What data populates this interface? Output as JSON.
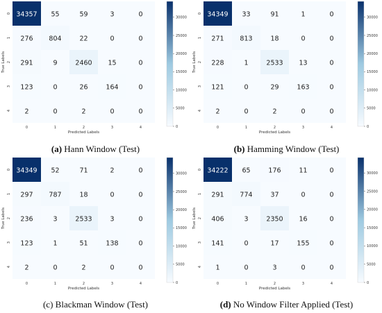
{
  "colors": {
    "cmap_low": "#f7fbff",
    "cmap_mid": "#9ecae1",
    "cmap_high": "#08306b",
    "text_dark": "#222222",
    "text_light": "#ffffff"
  },
  "chart_data": [
    {
      "type": "heatmap",
      "caption_letter": "(a)",
      "caption_text": "Hann Window (Test)",
      "xlabel": "Predicted Labels",
      "ylabel": "True Labels",
      "x_ticks": [
        "0",
        "1",
        "2",
        "3",
        "4"
      ],
      "y_ticks": [
        "0",
        "1",
        "2",
        "3",
        "4"
      ],
      "matrix": [
        [
          34357,
          55,
          59,
          3,
          0
        ],
        [
          276,
          804,
          22,
          0,
          0
        ],
        [
          291,
          9,
          2460,
          15,
          0
        ],
        [
          123,
          0,
          26,
          164,
          0
        ],
        [
          2,
          0,
          2,
          0,
          0
        ]
      ],
      "colorbar": {
        "max": 34357,
        "ticks": [
          0,
          5000,
          10000,
          15000,
          20000,
          25000,
          30000
        ],
        "tick_labels": [
          "0",
          "5000",
          "10000",
          "15000",
          "20000",
          "25000",
          "30000"
        ]
      }
    },
    {
      "type": "heatmap",
      "caption_letter": "(b)",
      "caption_text": "Hamming Window (Test)",
      "xlabel": "Predicted Labels",
      "ylabel": "True Labels",
      "x_ticks": [
        "0",
        "1",
        "2",
        "3",
        "4"
      ],
      "y_ticks": [
        "0",
        "1",
        "2",
        "3",
        "4"
      ],
      "matrix": [
        [
          34349,
          33,
          91,
          1,
          0
        ],
        [
          271,
          813,
          18,
          0,
          0
        ],
        [
          228,
          1,
          2533,
          13,
          0
        ],
        [
          121,
          0,
          29,
          163,
          0
        ],
        [
          2,
          0,
          2,
          0,
          0
        ]
      ],
      "colorbar": {
        "max": 34349,
        "ticks": [
          0,
          5000,
          10000,
          15000,
          20000,
          25000,
          30000
        ],
        "tick_labels": [
          "0",
          "5000",
          "10000",
          "15000",
          "20000",
          "25000",
          "30000"
        ]
      }
    },
    {
      "type": "heatmap",
      "caption_letter": "(c)",
      "caption_text": "Blackman Window (Test)",
      "xlabel": "Predicted Labels",
      "ylabel": "True Labels",
      "x_ticks": [
        "0",
        "1",
        "2",
        "3",
        "4"
      ],
      "y_ticks": [
        "0",
        "1",
        "2",
        "3",
        "4"
      ],
      "matrix": [
        [
          34349,
          52,
          71,
          2,
          0
        ],
        [
          297,
          787,
          18,
          0,
          0
        ],
        [
          236,
          3,
          2533,
          3,
          0
        ],
        [
          123,
          1,
          51,
          138,
          0
        ],
        [
          2,
          0,
          2,
          0,
          0
        ]
      ],
      "colorbar": {
        "max": 34349,
        "ticks": [
          0,
          5000,
          10000,
          15000,
          20000,
          25000,
          30000
        ],
        "tick_labels": [
          "0",
          "5000",
          "10000",
          "15000",
          "20000",
          "25000",
          "30000"
        ]
      }
    },
    {
      "type": "heatmap",
      "caption_letter": "(d)",
      "caption_text": "No Window Filter Applied (Test)",
      "xlabel": "Predicted Labels",
      "ylabel": "True Labels",
      "x_ticks": [
        "0",
        "1",
        "2",
        "3",
        "4"
      ],
      "y_ticks": [
        "0",
        "1",
        "2",
        "3",
        "4"
      ],
      "matrix": [
        [
          34222,
          65,
          176,
          11,
          0
        ],
        [
          291,
          774,
          37,
          0,
          0
        ],
        [
          406,
          3,
          2350,
          16,
          0
        ],
        [
          141,
          0,
          17,
          155,
          0
        ],
        [
          1,
          0,
          3,
          0,
          0
        ]
      ],
      "colorbar": {
        "max": 34222,
        "ticks": [
          0,
          5000,
          10000,
          15000,
          20000,
          25000,
          30000
        ],
        "tick_labels": [
          "0",
          "5000",
          "10000",
          "15000",
          "20000",
          "25000",
          "30000"
        ]
      }
    }
  ]
}
